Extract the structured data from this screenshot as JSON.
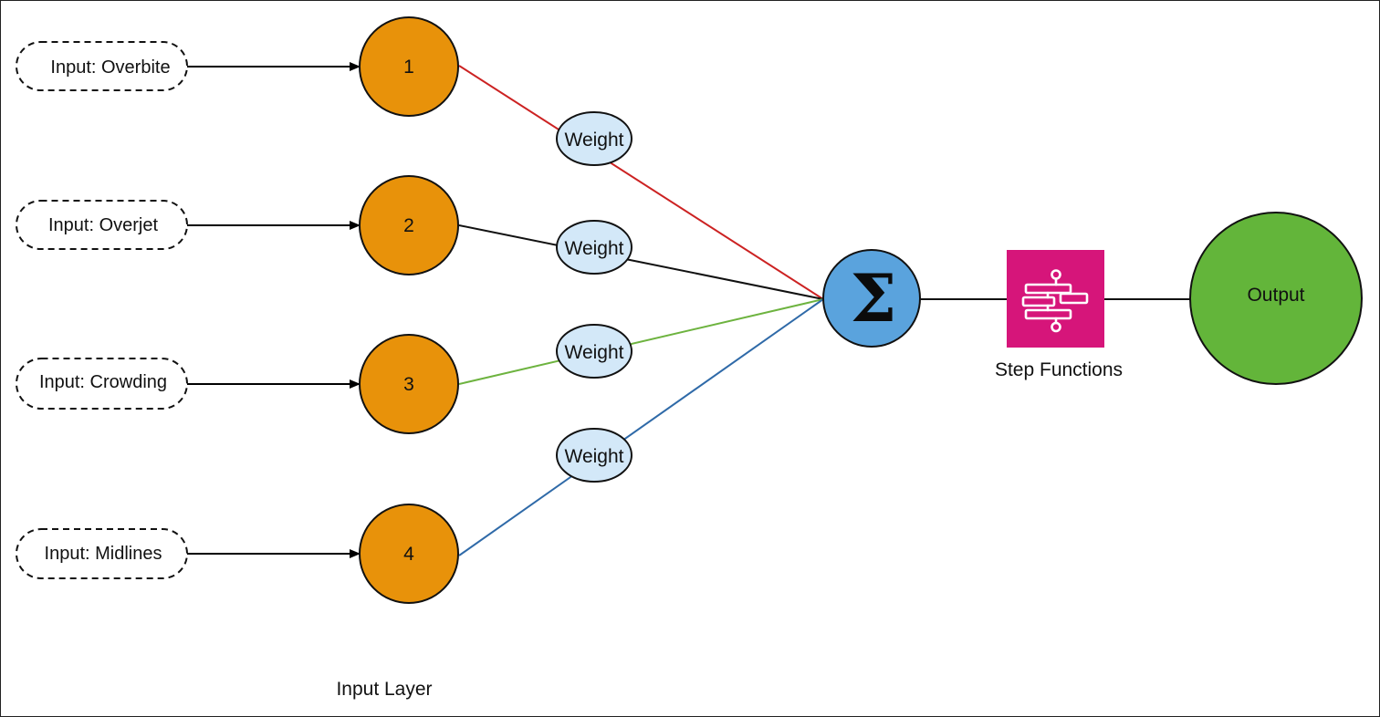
{
  "inputs": [
    {
      "label": "Input: Overbite"
    },
    {
      "label": "Input: Overjet"
    },
    {
      "label": "Input: Crowding"
    },
    {
      "label": "Input: Midlines"
    }
  ],
  "neurons": [
    {
      "label": "1"
    },
    {
      "label": "2"
    },
    {
      "label": "3"
    },
    {
      "label": "4"
    }
  ],
  "weights": [
    {
      "label": "Weight",
      "edge_color": "#cc2222"
    },
    {
      "label": "Weight",
      "edge_color": "#111111"
    },
    {
      "label": "Weight",
      "edge_color": "#6db33f"
    },
    {
      "label": "Weight",
      "edge_color": "#2f6aa8"
    }
  ],
  "input_layer_label": "Input Layer",
  "summation": {
    "symbol": "Σ",
    "icon": "sigma-icon",
    "color": "#5aa3dd"
  },
  "step_functions": {
    "label": "Step Functions",
    "icon": "step-functions-icon",
    "color": "#d6157a"
  },
  "output": {
    "label": "Output",
    "color": "#63b53a"
  },
  "colors": {
    "neuron_fill": "#e8920a",
    "weight_fill": "#d3e8f8"
  }
}
